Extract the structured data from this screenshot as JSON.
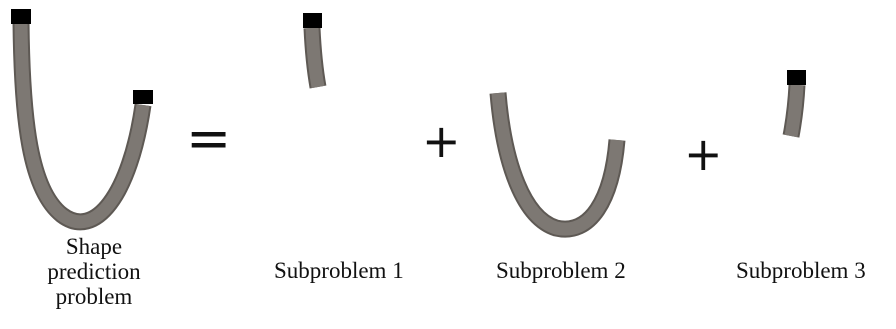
{
  "colors": {
    "rod": "#7d7873",
    "rod_edge": "#5e5954",
    "end_cap": "#000000",
    "text": "#111111",
    "background": "#ffffff"
  },
  "labels": {
    "shape_line1": "Shape",
    "shape_line2": "prediction",
    "shape_line3": "problem",
    "subproblem_1": "Subproblem 1",
    "subproblem_2": "Subproblem 2",
    "subproblem_3": "Subproblem 3"
  },
  "operators": {
    "equals": "=",
    "plus_1": "+",
    "plus_2": "+"
  }
}
